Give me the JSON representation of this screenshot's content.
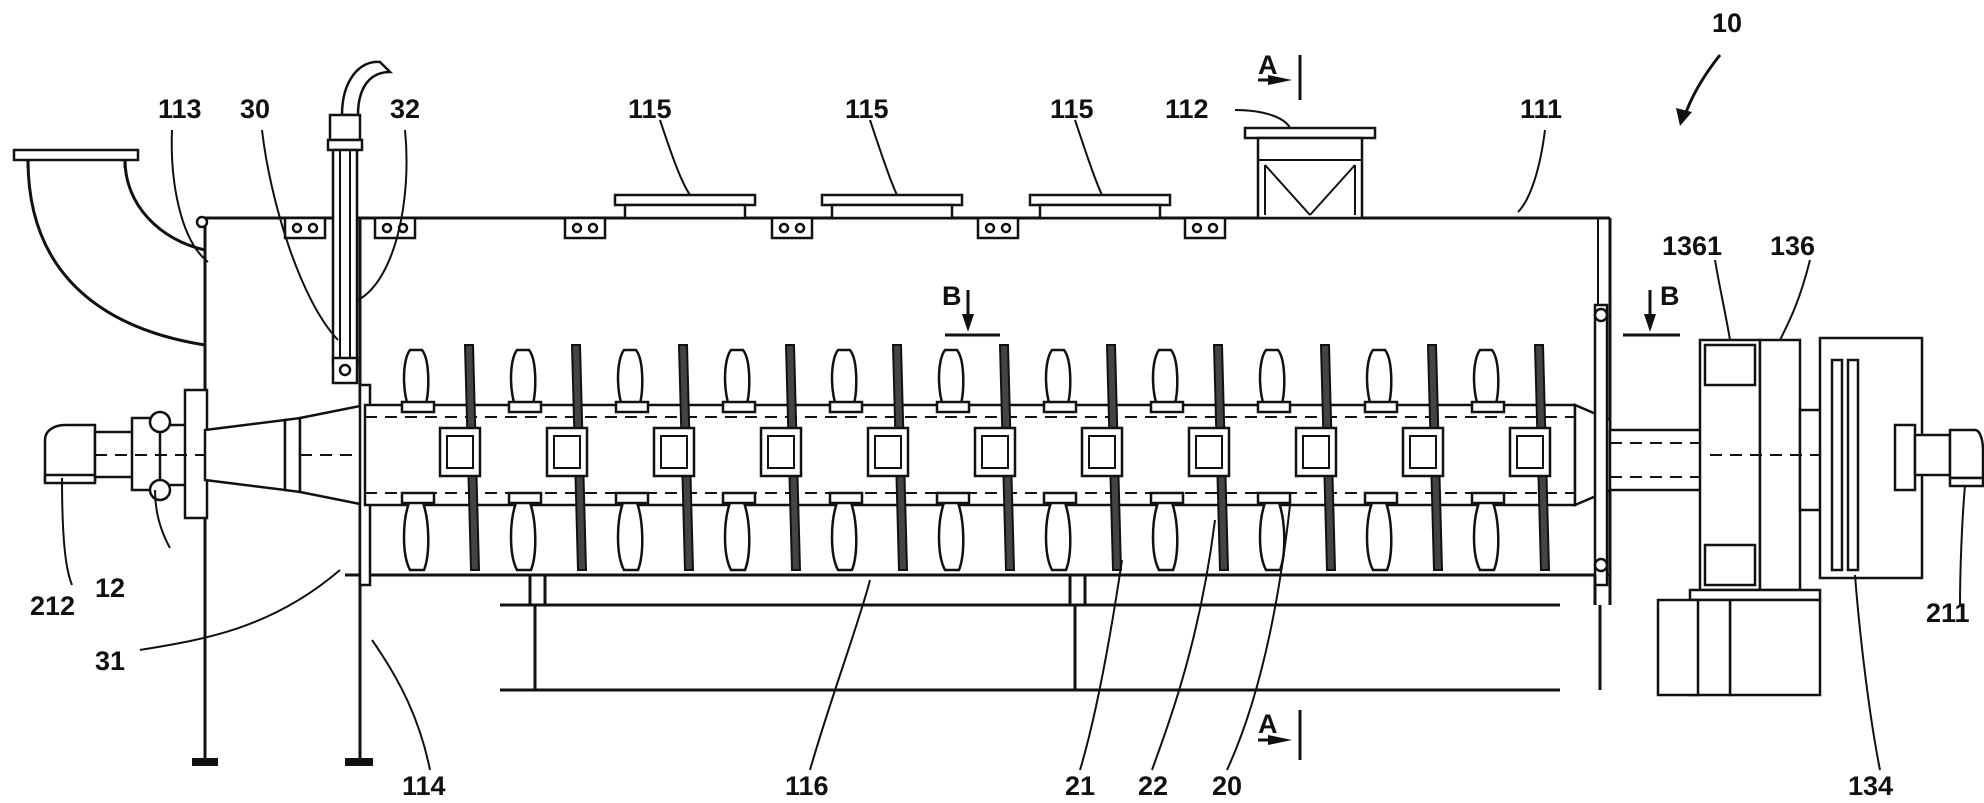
{
  "figure": {
    "labels": {
      "l10": "10",
      "l113": "113",
      "l30": "30",
      "l32": "32",
      "l115a": "115",
      "l115b": "115",
      "l115c": "115",
      "l112": "112",
      "l111": "111",
      "lA_top": "A",
      "lA_bottom": "A",
      "lB_left": "B",
      "lB_right": "B",
      "l1361": "1361",
      "l136": "136",
      "l212": "212",
      "l12": "12",
      "l31": "31",
      "l114": "114",
      "l116": "116",
      "l21": "21",
      "l22": "22",
      "l20": "20",
      "l134": "134",
      "l211": "211"
    }
  }
}
